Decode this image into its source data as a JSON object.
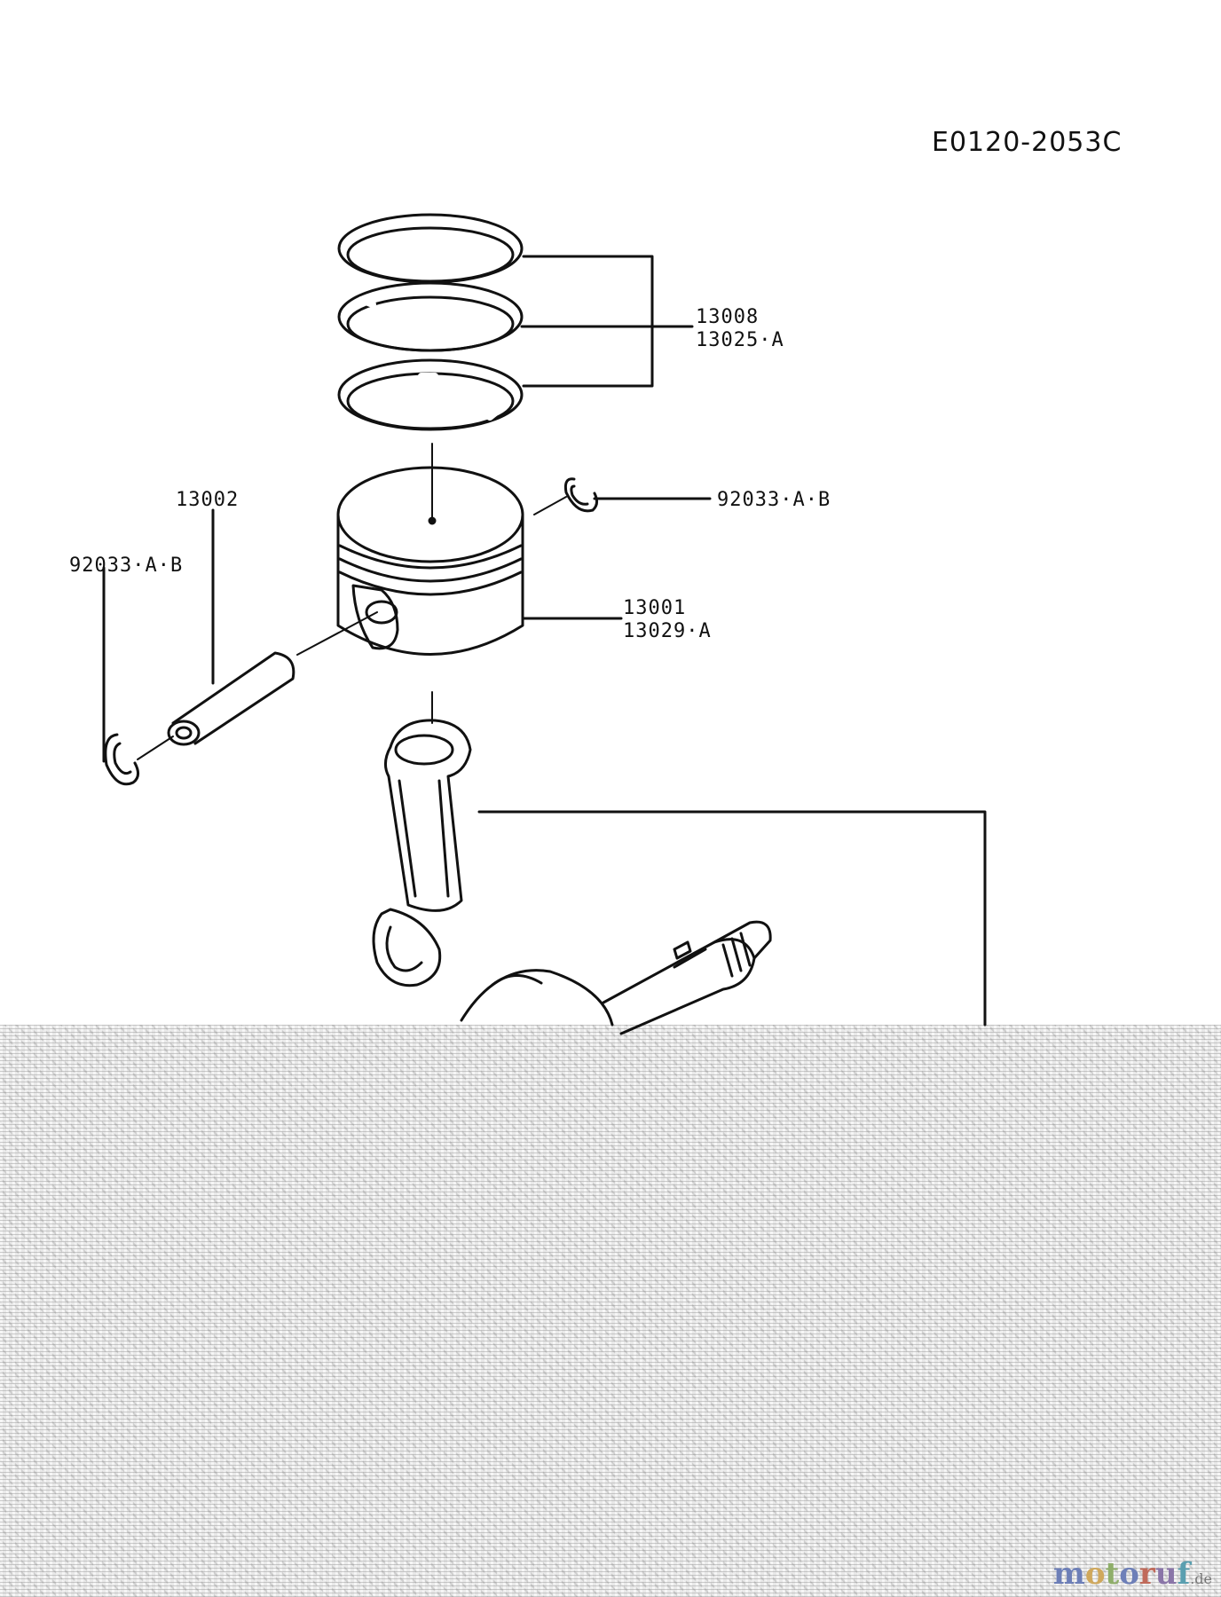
{
  "diagram_code": "E0120-2053C",
  "labels": {
    "rings_part_1": "13008",
    "rings_part_2": "13025·A",
    "circlip_right": "92033·A·B",
    "pin": "13002",
    "circlip_left": "92033·A·B",
    "piston_part_1": "13001",
    "piston_part_2": "13029·A"
  },
  "watermark": "motoruf.de"
}
